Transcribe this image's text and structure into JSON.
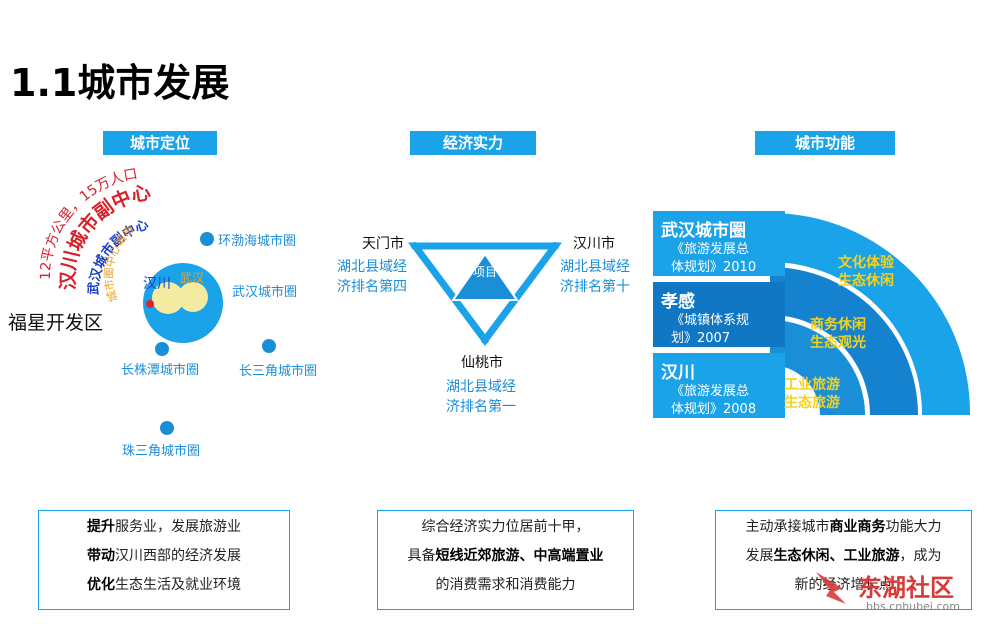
{
  "title": "1.1城市发展",
  "sections": {
    "left": {
      "tag": "城市定位",
      "arc_labels": [
        "12平方公里，15万人口",
        "汉川城市副中心",
        "武汉城市副中心",
        "城市圈中心城市"
      ],
      "inner_labels": [
        "汉川",
        "武汉"
      ],
      "side_label": "福星开发区",
      "nodes": [
        "环渤海城市圈",
        "武汉城市圈",
        "长株潭城市圈",
        "长三角城市圈",
        "珠三角城市圈"
      ]
    },
    "middle": {
      "tag": "经济实力",
      "center": "项目",
      "tianmen": {
        "name": "天门市",
        "desc1": "湖北县域经",
        "desc2": "济排名第四"
      },
      "hanchuan": {
        "name": "汉川市",
        "desc1": "湖北县域经",
        "desc2": "济排名第十"
      },
      "xiantao": {
        "name": "仙桃市",
        "desc1": "湖北县域经",
        "desc2": "济排名第一"
      }
    },
    "right": {
      "tag": "城市功能",
      "panels": [
        {
          "head": "武汉城市圈",
          "sub1": "《旅游发展总",
          "sub2": "体规划》2010"
        },
        {
          "head": "孝感",
          "sub1": "《城镇体系规",
          "sub2": "划》2007"
        },
        {
          "head": "汉川",
          "sub1": "《旅游发展总",
          "sub2": "体规划》2008"
        }
      ],
      "arcs": [
        {
          "l1": "文化体验",
          "l2": "生态休闲"
        },
        {
          "l1": "商务休闲",
          "l2": "生态观光"
        },
        {
          "l1": "工业旅游",
          "l2": "生态旅游"
        }
      ]
    }
  },
  "boxes": {
    "left": {
      "l1b": "提升",
      "l1": "服务业，发展旅游业",
      "l2b": "带动",
      "l2": "汉川西部的经济发展",
      "l3b": "优化",
      "l3": "生态生活及就业环境"
    },
    "middle": {
      "l1": "综合经济实力位居前十甲，",
      "l2a": "具备",
      "l2b": "短线近郊旅游、中高端置业",
      "l3": "的消费需求和消费能力"
    },
    "right": {
      "l1a": "主动承接城市",
      "l1b": "商业商务",
      "l1c": "功能大力",
      "l2a": "发展",
      "l2b": "生态休闲、工业旅游",
      "l2c": "，成为",
      "l3": "新的经济增长点"
    }
  },
  "watermark": {
    "name": "东湖社区",
    "url": "bbs.cnhubei.com"
  },
  "colors": {
    "accent": "#1aa3e8",
    "dark_blue": "#0f77c4",
    "yellow": "#f5d11a",
    "red": "#d83a3a"
  }
}
